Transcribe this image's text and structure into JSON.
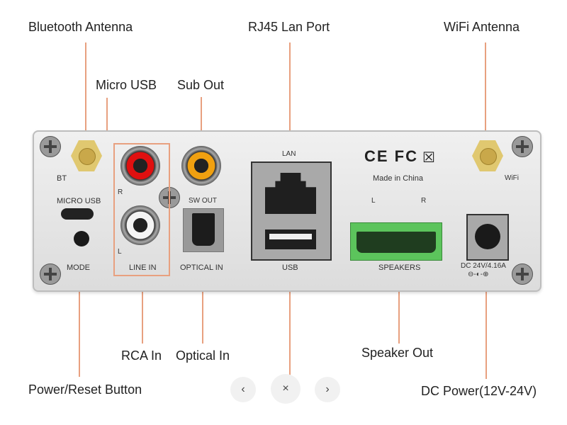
{
  "callouts": {
    "bluetooth_antenna": "Bluetooth Antenna",
    "rj45_lan_port": "RJ45 Lan Port",
    "wifi_antenna": "WiFi Antenna",
    "micro_usb": "Micro USB",
    "sub_out": "Sub Out",
    "rca_in": "RCA In",
    "optical_in": "Optical In",
    "speaker_out": "Speaker Out",
    "power_reset_button": "Power/Reset Button",
    "dc_power": "DC Power(12V-24V)"
  },
  "panel_labels": {
    "bt": "BT",
    "micro_usb": "MICRO USB",
    "mode": "MODE",
    "r": "R",
    "l": "L",
    "line_in": "LINE IN",
    "sw_out": "SW OUT",
    "optical_in": "OPTICAL IN",
    "lan": "LAN",
    "usb": "USB",
    "certifications": "CE FC",
    "made_in": "Made in China",
    "speaker_l": "L",
    "speaker_r": "R",
    "speakers": "SPEAKERS",
    "wifi": "WiFi",
    "dc_rating": "DC 24V/4.16A",
    "polarity": "⊖-◐-⊕"
  },
  "nav": {
    "prev": "‹",
    "close": "×",
    "next": "›"
  }
}
